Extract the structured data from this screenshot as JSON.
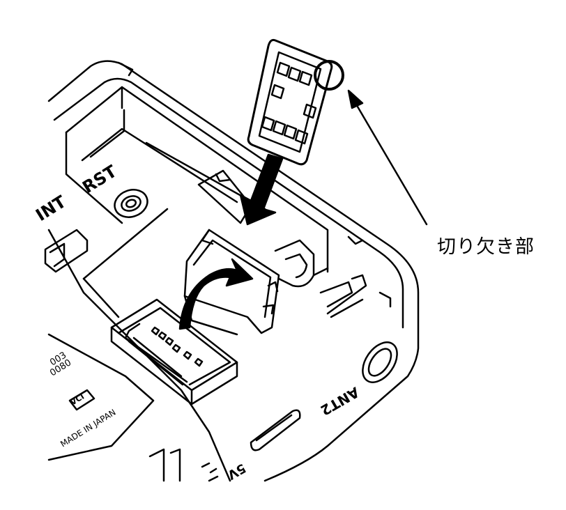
{
  "callout": {
    "notch_label": "切り欠き部"
  },
  "device_labels": {
    "rst": "RST",
    "int": "INT",
    "ant2": "ANT2",
    "usb_power": "5V",
    "made_in": "MADE IN JAPAN",
    "vcci": "VCI",
    "code_1": "003",
    "code_2": "0080"
  },
  "colors": {
    "stroke": "#000000",
    "background": "#ffffff"
  }
}
